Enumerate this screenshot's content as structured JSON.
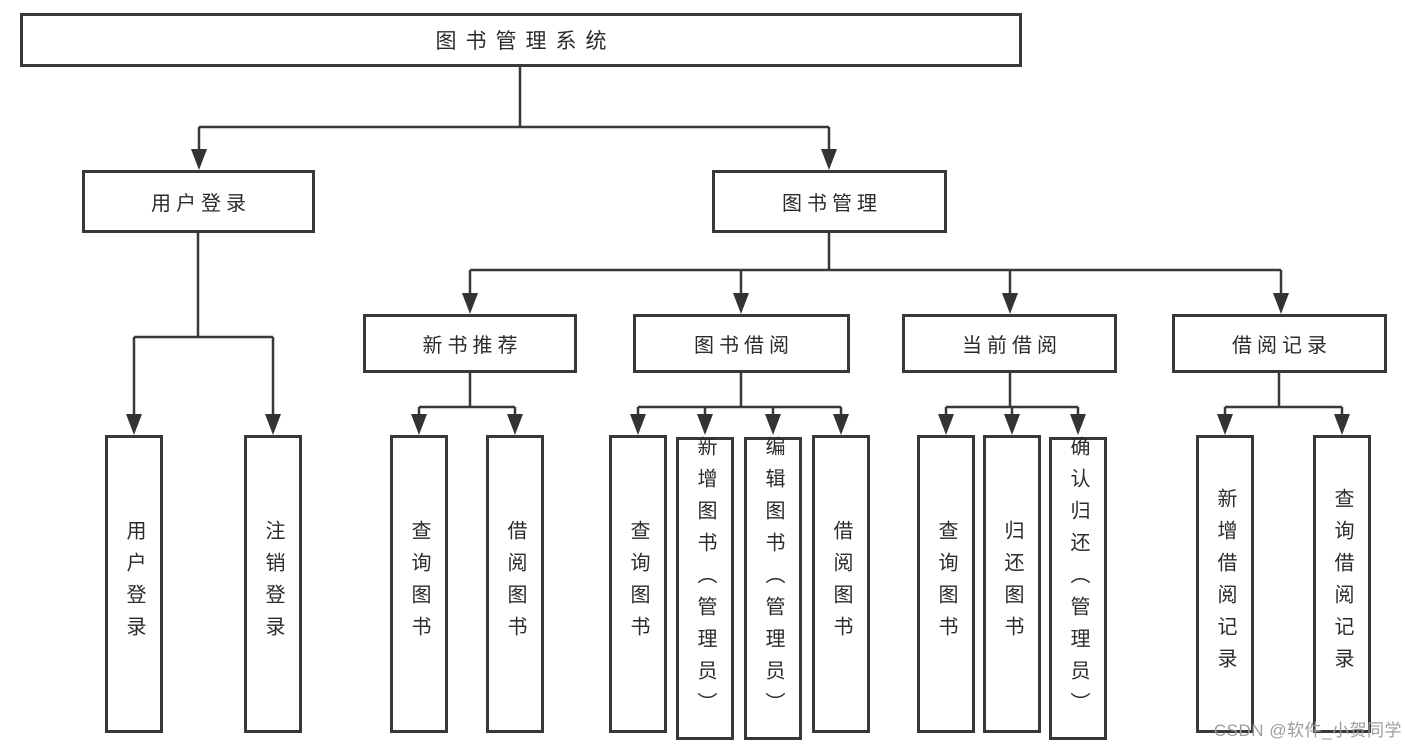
{
  "root": {
    "label": "图书管理系统"
  },
  "branches": [
    {
      "label": "用户登录",
      "leaves": [
        "用户登录",
        "注销登录"
      ]
    },
    {
      "label": "图书管理",
      "groups": [
        {
          "label": "新书推荐",
          "leaves": [
            "查询图书",
            "借阅图书"
          ]
        },
        {
          "label": "图书借阅",
          "leaves": [
            "查询图书",
            "新增图书（管理员）",
            "编辑图书（管理员）",
            "借阅图书"
          ]
        },
        {
          "label": "当前借阅",
          "leaves": [
            "查询图书",
            "归还图书",
            "确认归还（管理员）"
          ]
        },
        {
          "label": "借阅记录",
          "leaves": [
            "新增借阅记录",
            "查询借阅记录"
          ]
        }
      ]
    }
  ],
  "watermark": {
    "text": "CSDN @软件_小贺同学"
  },
  "colors": {
    "line": "#383838",
    "text": "#2b2b2b",
    "watermark": "#9c9c9c",
    "background": "#ffffff"
  }
}
